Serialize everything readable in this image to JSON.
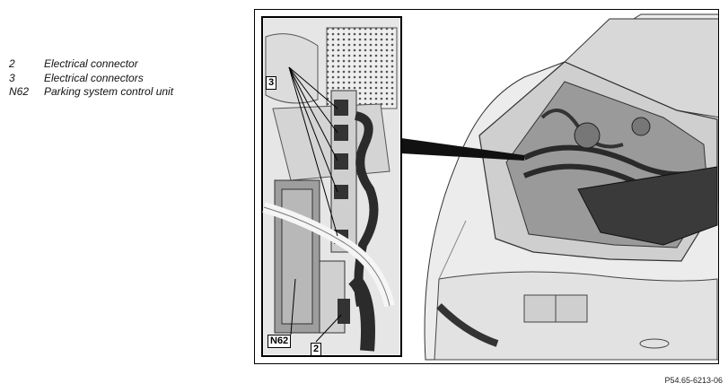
{
  "legend": [
    {
      "key": "2",
      "text": "Electrical connector"
    },
    {
      "key": "3",
      "text": "Electrical connectors"
    },
    {
      "key": "N62",
      "text": "Parking system control unit"
    }
  ],
  "callouts": {
    "c3": "3",
    "cN62": "N62",
    "c2": "2"
  },
  "figure_code": "P54.65-6213-06"
}
